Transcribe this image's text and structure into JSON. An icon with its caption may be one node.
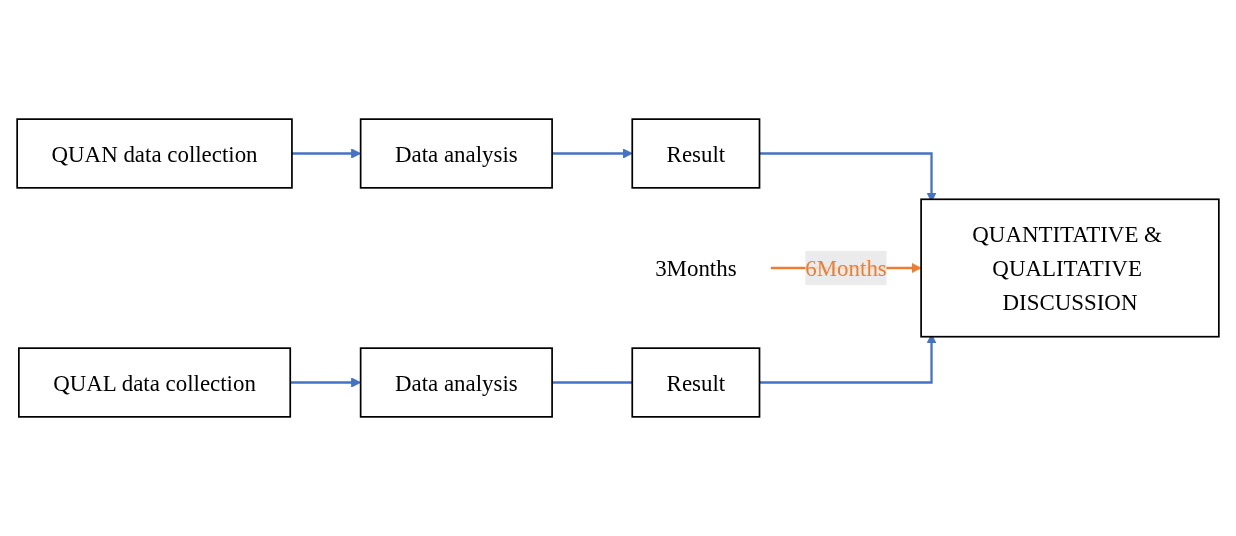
{
  "diagram": {
    "nodes": [
      {
        "text": [
          "QUAN data collection"
        ]
      },
      {
        "text": [
          "Data analysis"
        ]
      },
      {
        "text": [
          "Result"
        ]
      },
      {
        "text": [
          "3Months"
        ]
      },
      {
        "text": [
          "QUANTITATIVE & QUALITATIVE DISCUSSION"
        ]
      },
      {
        "text": [
          "QUAL data collection"
        ]
      },
      {
        "text": [
          "Data analysis"
        ]
      },
      {
        "text": [
          "Result"
        ]
      }
    ],
    "edges": [
      {
        "from": 0,
        "to": 1,
        "arrow": "to"
      },
      {
        "from": 1,
        "to": 2,
        "arrow": "to"
      },
      {
        "from": 2,
        "to": 4,
        "arrow": "to"
      },
      {
        "from": 3,
        "to": 4,
        "arrow": "to",
        "label": "6Months",
        "color": "#ed7d31"
      },
      {
        "from": 5,
        "to": 6,
        "arrow": "to"
      },
      {
        "from": 6,
        "to": 7,
        "arrow": "none"
      },
      {
        "from": 7,
        "to": 4,
        "arrow": "to"
      }
    ]
  }
}
